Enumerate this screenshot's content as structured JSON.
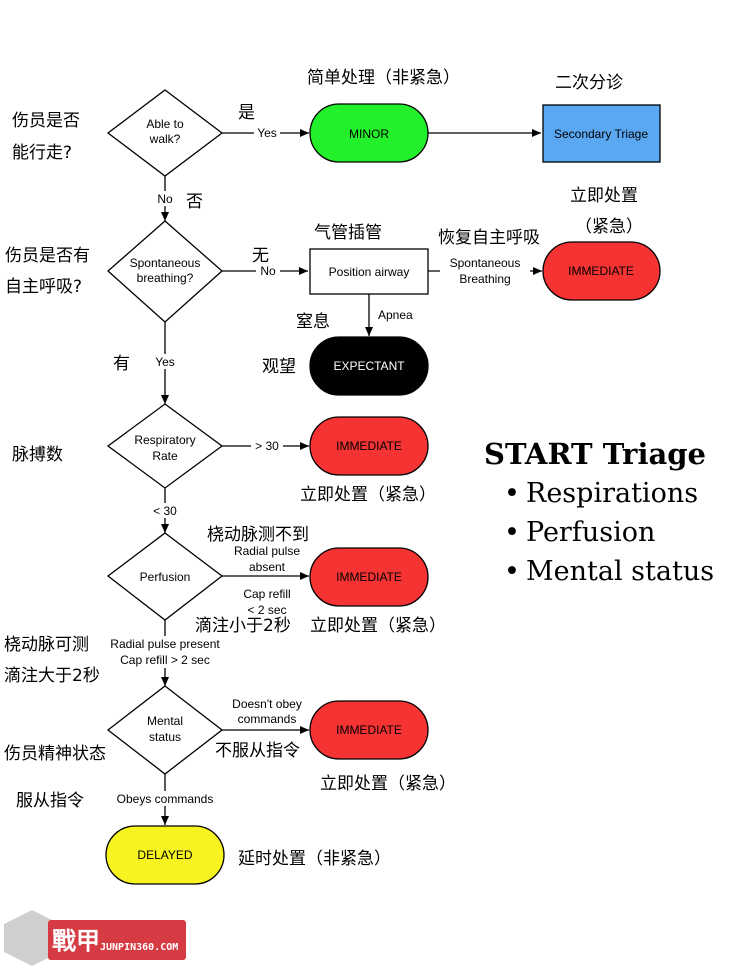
{
  "flowchart": {
    "nodes": {
      "walk": {
        "text": [
          "Able to",
          "walk?"
        ]
      },
      "minor": {
        "text": "MINOR"
      },
      "secondary": {
        "text": "Secondary Triage"
      },
      "spont": {
        "text": [
          "Spontaneous",
          "breathing?"
        ]
      },
      "airway": {
        "text": "Position airway"
      },
      "imm1": {
        "text": "IMMEDIATE"
      },
      "expectant": {
        "text": "EXPECTANT"
      },
      "resp": {
        "text": [
          "Respiratory",
          "Rate"
        ]
      },
      "imm2": {
        "text": "IMMEDIATE"
      },
      "perf": {
        "text": "Perfusion"
      },
      "imm3": {
        "text": "IMMEDIATE"
      },
      "mental": {
        "text": [
          "Mental",
          "status"
        ]
      },
      "imm4": {
        "text": "IMMEDIATE"
      },
      "delayed": {
        "text": "DELAYED"
      }
    },
    "edge_labels": {
      "walk_yes": "Yes",
      "walk_no": "No",
      "spont_no": "No",
      "spont_yes": "Yes",
      "airway_spont": [
        "Spontaneous",
        "Breathing"
      ],
      "airway_apnea": "Apnea",
      "resp_gt30": "> 30",
      "resp_lt30": "< 30",
      "perf_absent": [
        "Radial pulse",
        "absent"
      ],
      "perf_refill": [
        "Cap refill",
        "< 2 sec"
      ],
      "perf_present": [
        "Radial pulse present",
        "Cap refill > 2 sec"
      ],
      "mental_notobey": [
        "Doesn't obey",
        "commands"
      ],
      "mental_obey": "Obeys commands"
    },
    "cn": {
      "q_walk": [
        "伤员是否",
        "能行走?"
      ],
      "shi": "是",
      "minor": "简单处理（非紧急）",
      "secondary": "二次分诊",
      "fou": "否",
      "q_breath": [
        "伤员是否有",
        "自主呼吸?"
      ],
      "wu": "无",
      "airway": "气管插管",
      "recover": "恢复自主呼吸",
      "imm1": [
        "立即处置",
        "（紧急）"
      ],
      "apnea": "窒息",
      "observe": "观望",
      "you": "有",
      "pulse": "脉搏数",
      "imm2": "立即处置（紧急）",
      "no_radial": "桡动脉测不到",
      "drip_lt": "滴注小于2秒",
      "imm3": "立即处置（紧急）",
      "radial_ok": [
        "桡动脉可测",
        "滴注大于2秒"
      ],
      "not_obey": "不服从指令",
      "mental": "伤员精神状态",
      "obey": "服从指令",
      "imm4": "立即处置（紧急）",
      "delayed": "延时处置（非紧急）"
    }
  },
  "legend": {
    "title": "START Triage",
    "items": [
      "Respirations",
      "Perfusion",
      "Mental status"
    ]
  },
  "watermark": {
    "name": "戰甲",
    "site": "JUNPIN360.COM"
  },
  "colors": {
    "minor": "#22f02a",
    "secondary": "#5aa8f2",
    "immediate": "#f53333",
    "expectant": "#000000",
    "delayed": "#f7f321",
    "watermark": "#d63a43"
  }
}
